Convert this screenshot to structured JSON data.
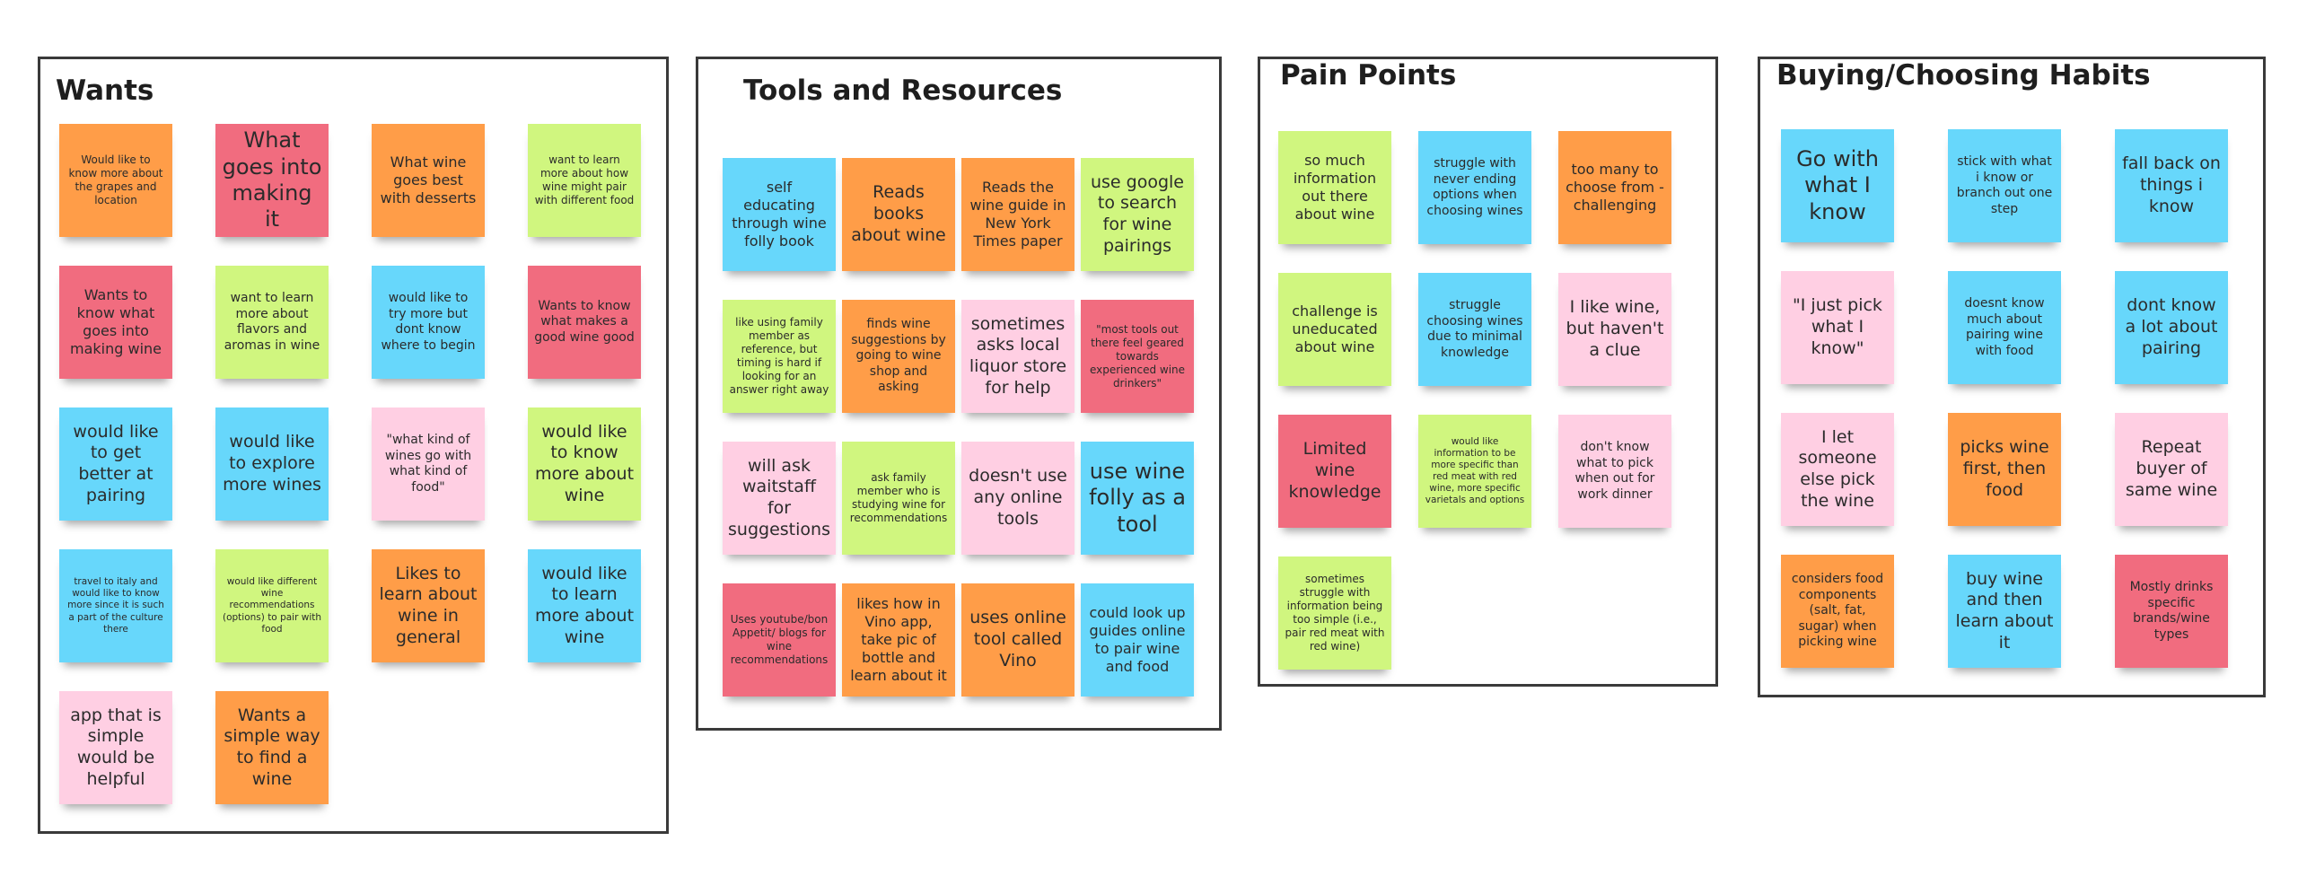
{
  "frames": {
    "wants": {
      "title": "Wants",
      "notes": [
        "Would like to know more about the grapes and location",
        "What goes into making it",
        "What wine goes best with desserts",
        "want to learn more about how wine might pair with different food",
        "Wants to know what goes into making wine",
        "want to learn more about flavors and aromas in wine",
        "would like to try more but dont know where to begin",
        "Wants to know what makes a good wine good",
        "would like to get better at pairing",
        "would like to explore more wines",
        "\"what kind of wines go with what kind of food\"",
        "would like to know more about wine",
        "travel to italy and would like to know more since it is such a part of the culture there",
        "would like different wine recommendations (options) to pair with food",
        "Likes to learn about wine in general",
        "would like to learn more about wine",
        "app that is simple would be helpful",
        "Wants a simple way to find a wine"
      ]
    },
    "tools": {
      "title": "Tools and Resources",
      "notes": [
        "self educating through wine folly book",
        "Reads books about wine",
        "Reads the wine guide in New York Times paper",
        "use google to search for wine pairings",
        "like using family member as reference, but timing is hard if looking for an answer right away",
        "finds wine suggestions by going to wine shop and asking",
        "sometimes asks local liquor store for help",
        "\"most tools out there feel geared towards experienced wine drinkers\"",
        "will ask waitstaff for suggestions",
        "ask family member who is studying wine for recommendations",
        "doesn't use any online tools",
        "use wine folly as a tool",
        "Uses youtube/bon Appetit/ blogs for wine recommendations",
        "likes how in Vino app, take pic of bottle and learn about it",
        "uses online tool called Vino",
        "could look up guides online to pair wine and food"
      ]
    },
    "pain": {
      "title": "Pain Points",
      "notes": [
        "so much information out there about wine",
        "struggle with never ending options when choosing wines",
        "too many to choose from - challenging",
        "challenge is uneducated about wine",
        "struggle choosing wines due to minimal knowledge",
        "I like wine, but haven't a clue",
        "Limited wine knowledge",
        "would like information to be more specific than red meat with red wine, more specific varietals and options",
        "don't know what to pick when out for work dinner",
        "sometimes struggle with information being too simple (i.e., pair red meat with red wine)"
      ]
    },
    "buying": {
      "title": "Buying/Choosing Habits",
      "notes": [
        "Go with what I know",
        "stick with what i know or branch out one step",
        "fall back on things i know",
        "\"I just pick what I know\"",
        "doesnt know much about pairing wine with food",
        "dont know a lot about pairing",
        "I let someone else pick the wine",
        "picks wine first, then food",
        "Repeat buyer of same wine",
        "considers food components (salt, fat, sugar) when picking wine",
        "buy wine and then learn about it",
        "Mostly drinks specific brands/wine types"
      ]
    }
  },
  "colors": {
    "orange": "#ff9d48",
    "red": "#f16c7f",
    "green": "#d0f67f",
    "blue": "#67d7fb",
    "pink": "#ffcfe3",
    "frame_border": "#3a3a3a"
  }
}
